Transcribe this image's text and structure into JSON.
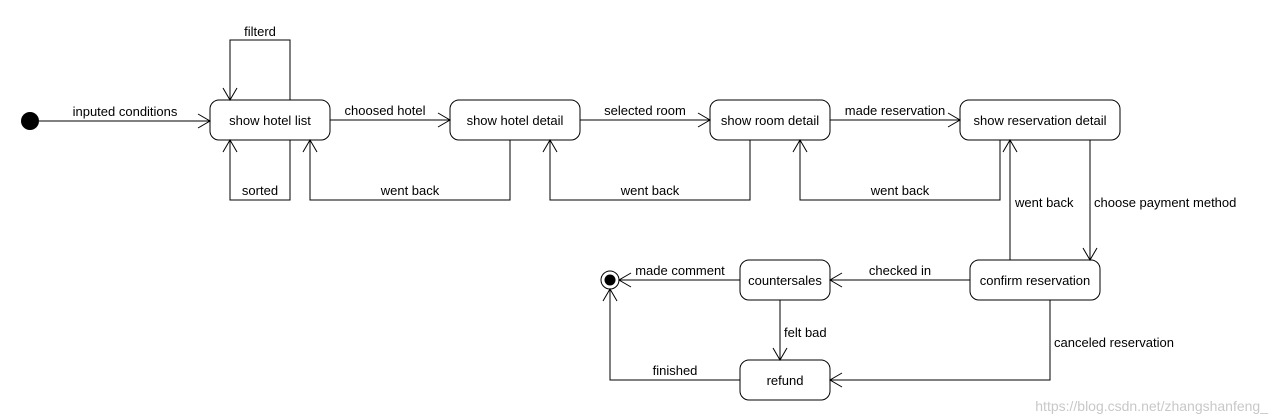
{
  "states": {
    "hotel_list": "show hotel list",
    "hotel_detail": "show hotel detail",
    "room_detail": "show room detail",
    "reservation_detail": "show reservation detail",
    "confirm_reservation": "confirm reservation",
    "countersales": "countersales",
    "refund": "refund"
  },
  "transitions": {
    "inputed_conditions": "inputed conditions",
    "filterd": "filterd",
    "sorted": "sorted",
    "choosed_hotel": "choosed hotel",
    "selected_room": "selected room",
    "made_reservation": "made reservation",
    "went_back_1": "went back",
    "went_back_2": "went back",
    "went_back_3": "went back",
    "went_back_4": "went back",
    "choose_payment_method": "choose payment method",
    "checked_in": "checked in",
    "made_comment": "made comment",
    "felt_bad": "felt bad",
    "finished": "finished",
    "canceled_reservation": "canceled reservation"
  },
  "watermark": "https://blog.csdn.net/zhangshanfeng_"
}
